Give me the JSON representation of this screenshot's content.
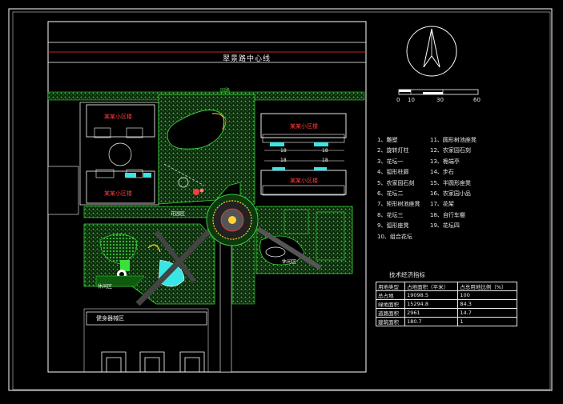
{
  "road_label": "翠景路中心线",
  "path_label": "园路",
  "buildings": {
    "b1": "某某小区楼",
    "b2": "某某小区楼",
    "b3": "某某小区楼",
    "b4": "某某小区楼",
    "dim_18a": "18",
    "dim_18b": "18",
    "dim_18c": "18",
    "dim_18d": "18"
  },
  "areas": {
    "bottom_block": "健身器械区",
    "leisure_left": "休闲区",
    "leisure_right": "休闲区",
    "garden": "花园区"
  },
  "scale_bar": {
    "ticks": [
      "0",
      "10",
      "30",
      "60"
    ]
  },
  "legend_left": [
    "1、雕塑",
    "2、旋转灯柱",
    "3、花坛一",
    "4、弧形柱廊",
    "5、农家园石刻",
    "6、花坛二",
    "7、矩形树池座凳",
    "8、花坛三",
    "9、弧形座凳",
    "10、组合花坛"
  ],
  "legend_right": [
    "11、圆形树池座凳",
    "12、农家园石刻",
    "13、桅端亭",
    "14、步石",
    "15、半圆形座凳",
    "16、农家园小品",
    "17、花架",
    "18、自行车棚",
    "19、花坛四"
  ],
  "table": {
    "title": "技术经济指标",
    "headers": [
      "用地类型",
      "占地面积（平米）",
      "占总用地比例（%）"
    ],
    "rows": [
      [
        "总占地",
        "19098.5",
        "100"
      ],
      [
        "绿地面积",
        "15294.8",
        "84.3"
      ],
      [
        "道路面积",
        "2961",
        "14.7"
      ],
      [
        "建筑面积",
        "180.7",
        "1"
      ]
    ]
  },
  "colors": {
    "green": "#2fb52f",
    "white": "#f0f0f0",
    "red": "#ff2a2a",
    "yellow": "#ffd23a",
    "cyan": "#38e6e6"
  }
}
